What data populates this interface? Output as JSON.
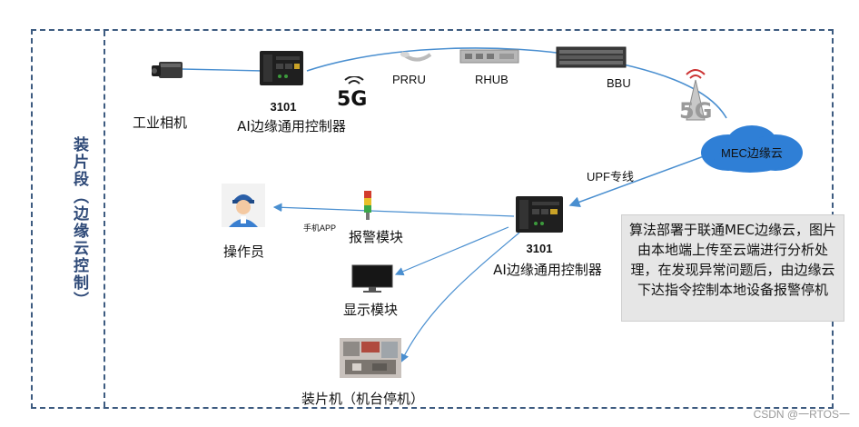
{
  "segment_label": "装片段（边缘云控制）",
  "nodes": {
    "camera": "工业相机",
    "controller_top_model": "3101",
    "controller_top_name": "AI边缘通用控制器",
    "prru": "PRRU",
    "rhub": "RHUB",
    "bbu": "BBU",
    "mec": "MEC边缘云",
    "upf": "UPF专线",
    "controller_bottom_model": "3101",
    "controller_bottom_name": "AI边缘通用控制器",
    "operator": "操作员",
    "mobile_app": "手机APP",
    "alarm": "报警模块",
    "display": "显示模块",
    "machine": "装片机（机台停机）"
  },
  "badges": {
    "fiveg_top": "5G",
    "fiveg_tower": "5G"
  },
  "note": "算法部署于联通MEC边缘云，图片由本地端上传至云端进行分析处理，在发现异常问题后，由边缘云下达指令控制本地设备报警停机",
  "watermark": "CSDN @一RTOS一",
  "colors": {
    "frame": "#3d5b80",
    "line": "#4a8fd0",
    "cloud": "#2f7fd6",
    "note_bg": "#e6e6e6"
  }
}
